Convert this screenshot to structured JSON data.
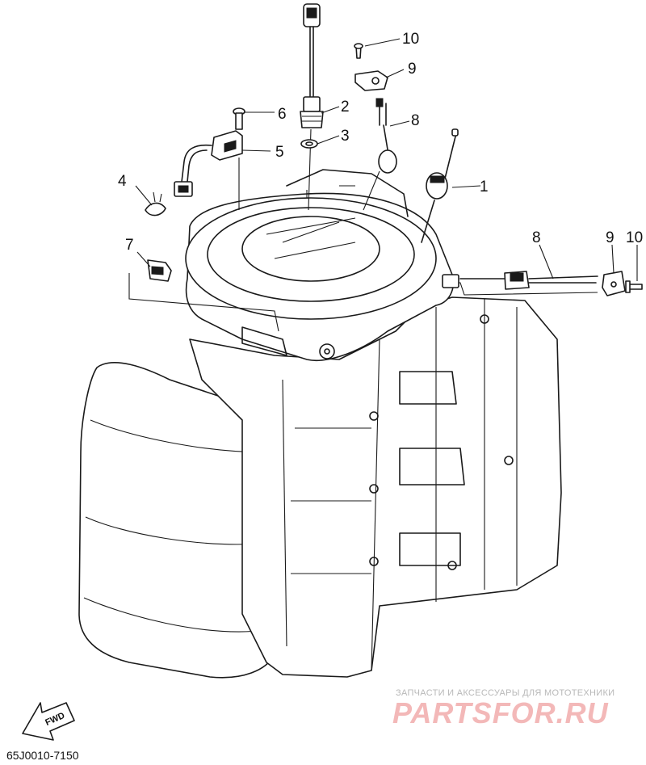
{
  "callouts": {
    "c1": "1",
    "c2": "2",
    "c3": "3",
    "c4": "4",
    "c5": "5",
    "c6": "6",
    "c7": "7",
    "c8a": "8",
    "c9a": "9",
    "c10a": "10",
    "c8b": "8",
    "c9b": "9",
    "c10b": "10"
  },
  "fwd_label": "FWD",
  "drawing_code": "65J0010-7150",
  "watermark": {
    "tagline": "ЗАПЧАСТИ И АКСЕССУАРЫ ДЛЯ МОТОТЕХНИКИ",
    "logo": "PARTSFOR.RU"
  }
}
